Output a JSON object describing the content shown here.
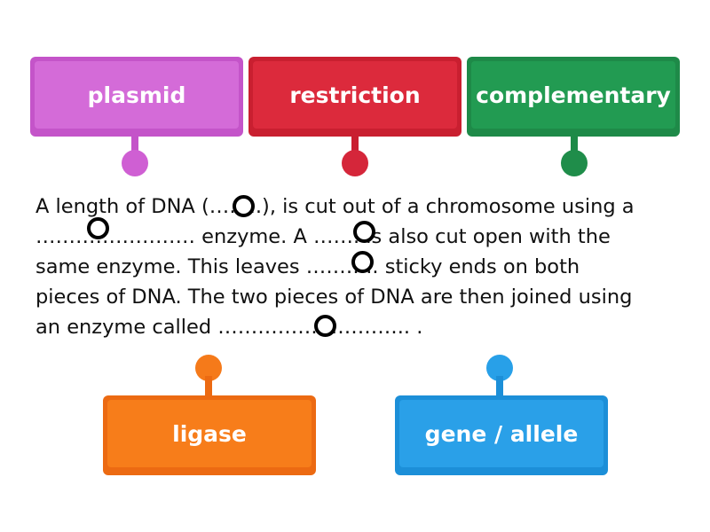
{
  "tiles": [
    {
      "id": "plasmid",
      "label": "plasmid",
      "color": "#c454c9",
      "face": "#d46bd8"
    },
    {
      "id": "restriction",
      "label": "restriction",
      "color": "#c91f30",
      "face": "#dc2a3c"
    },
    {
      "id": "complementary",
      "label": "complementary",
      "color": "#1e8a48",
      "face": "#229b52"
    },
    {
      "id": "ligase",
      "label": "ligase",
      "color": "#ec6a12",
      "face": "#f77d1a"
    },
    {
      "id": "gene-allele",
      "label": "gene / allele",
      "color": "#1c8fd8",
      "face": "#2aa0e8"
    }
  ],
  "passage": {
    "lines": [
      "A length of DNA (……..), is cut out of a chromosome using a",
      "…………………… enzyme. A ……. is also cut open with the",
      "same enzyme. This leaves ……….. sticky ends on both",
      "pieces of DNA. The two pieces of DNA are then joined using",
      "an enzyme called ……………………….. ."
    ]
  },
  "slots": 5
}
